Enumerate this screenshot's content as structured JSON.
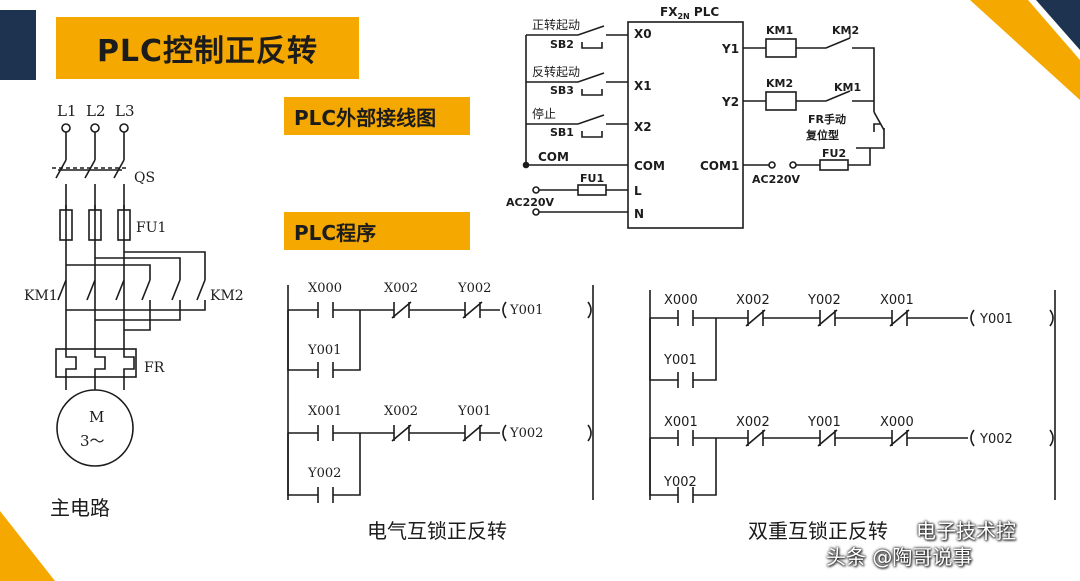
{
  "title": "PLC控制正反转",
  "labels": {
    "wiring": "PLC外部接线图",
    "program": "PLC程序",
    "main_circuit": "主电路",
    "ladder1": "电气互锁正反转",
    "ladder2": "双重互锁正反转"
  },
  "main_circuit": {
    "phases": [
      "L1",
      "L2",
      "L3"
    ],
    "switch": "QS",
    "fuse": "FU1",
    "contactor_left": "KM1",
    "contactor_right": "KM2",
    "overload": "FR",
    "motor_line1": "M",
    "motor_line2": "3～"
  },
  "wiring": {
    "plc_title": "FX",
    "plc_sub": "2N",
    "plc_suffix": " PLC",
    "inputs": [
      {
        "label": "正转起动",
        "device": "SB2",
        "terminal": "X0"
      },
      {
        "label": "反转起动",
        "device": "SB3",
        "terminal": "X1"
      },
      {
        "label": "停止",
        "device": "SB1",
        "terminal": "X2"
      }
    ],
    "com_left": "COM",
    "com_terminal": "COM",
    "fuse_in": "FU1",
    "power_in": "AC220V",
    "terminal_L": "L",
    "terminal_N": "N",
    "outputs": [
      {
        "terminal": "Y1",
        "coil": "KM1",
        "interlock": "KM2"
      },
      {
        "terminal": "Y2",
        "coil": "KM2",
        "interlock": "KM1"
      }
    ],
    "fr_note_line1": "FR手动",
    "fr_note_line2": "复位型",
    "com1_terminal": "COM1",
    "power_out": "AC220V",
    "fuse_out": "FU2"
  },
  "ladder_electrical": {
    "rung1": {
      "contacts": [
        "X000",
        "X002",
        "Y002"
      ],
      "hold": "Y001",
      "coil": "Y001"
    },
    "rung2": {
      "contacts": [
        "X001",
        "X002",
        "Y001"
      ],
      "hold": "Y002",
      "coil": "Y002"
    }
  },
  "ladder_double": {
    "rung1": {
      "contacts": [
        "X000",
        "X002",
        "Y002",
        "X001"
      ],
      "hold": "Y001",
      "coil": "Y001"
    },
    "rung2": {
      "contacts": [
        "X001",
        "X002",
        "Y001",
        "X000"
      ],
      "hold": "Y002",
      "coil": "Y002"
    }
  },
  "watermark": {
    "line1": "电子技术控",
    "line2": "头条 @陶哥说事"
  },
  "colors": {
    "accent": "#f5a800",
    "navy": "#1d3350",
    "line": "#1c1c1c"
  }
}
